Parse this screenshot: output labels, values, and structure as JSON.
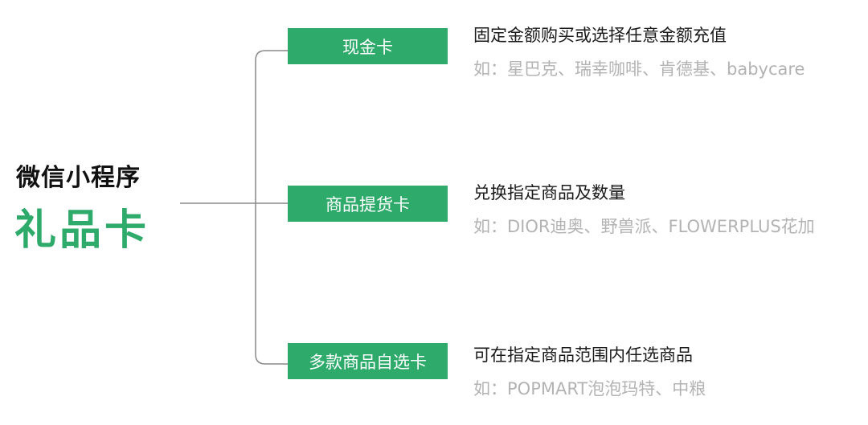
{
  "title": {
    "line1": "微信小程序",
    "line2": "礼品卡"
  },
  "colors": {
    "accent": "#2eaa6b",
    "text": "#1a1a1a",
    "muted": "#b3b3b3",
    "line": "#888888"
  },
  "cards": [
    {
      "label": "现金卡",
      "description": "固定金额购买或选择任意金额充值",
      "example": "如：星巴克、瑞幸咖啡、肯德基、babycare"
    },
    {
      "label": "商品提货卡",
      "description": "兑换指定商品及数量",
      "example": "如：DIOR迪奥、野兽派、FLOWERPLUS花加"
    },
    {
      "label": "多款商品自选卡",
      "description": "可在指定商品范围内任选商品",
      "example": "如：POPMART泡泡玛特、中粮"
    }
  ]
}
